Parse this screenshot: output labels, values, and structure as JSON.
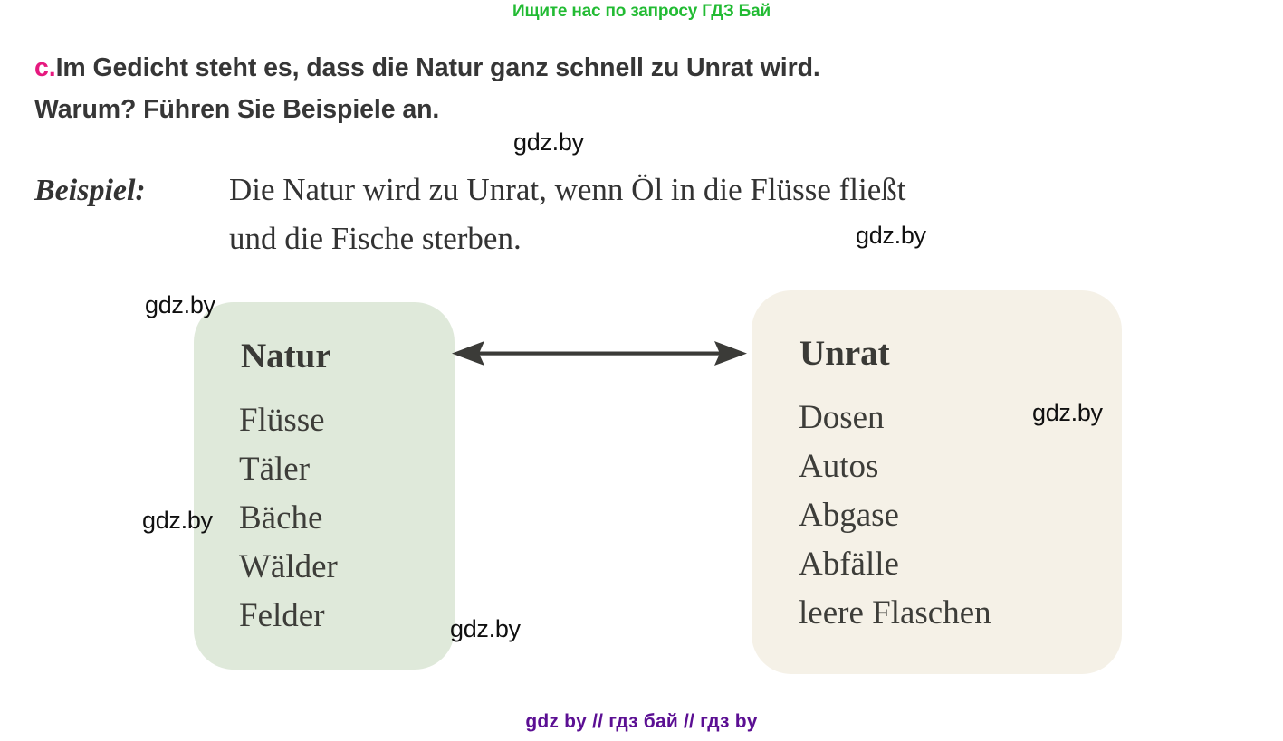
{
  "promo": {
    "text": "Ищите нас по запросу ГДЗ Бай",
    "color": "#22bb33"
  },
  "task": {
    "marker": "c.",
    "marker_color": "#e6197f",
    "line1": "Im Gedicht steht es, dass die Natur ganz schnell zu Unrat wird.",
    "line2": "Warum? Führen Sie Beispiele an."
  },
  "example": {
    "label": "Beispiel:",
    "line1": "Die Natur wird zu Unrat, wenn Öl in die Flüsse fließt",
    "line2": "und die Fische sterben."
  },
  "diagram": {
    "left_box": {
      "title": "Natur",
      "background": "#dfe9da",
      "items": [
        "Flüsse",
        "Täler",
        "Bäche",
        "Wälder",
        "Felder"
      ]
    },
    "right_box": {
      "title": "Unrat",
      "background": "#f5f1e7",
      "items": [
        "Dosen",
        "Autos",
        "Abgase",
        "Abfälle",
        "leere Flaschen"
      ]
    },
    "connector": "double-arrow"
  },
  "watermarks": [
    "gdz.by",
    "gdz.by",
    "gdz.by",
    "gdz.by",
    "gdz.by",
    "gdz.by"
  ],
  "footer": {
    "text": "gdz by  //  гдз бай  //  гдз by",
    "color": "#5b0f93"
  }
}
